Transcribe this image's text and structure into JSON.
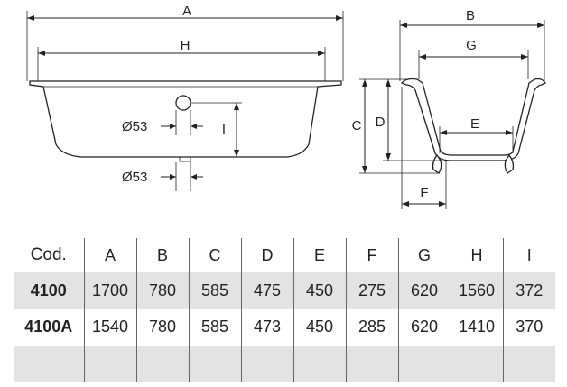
{
  "diagram": {
    "labels": {
      "a": "A",
      "h": "H",
      "b": "B",
      "g": "G",
      "c": "C",
      "d": "D",
      "e": "E",
      "f": "F",
      "i": "I",
      "hole_top": "Ø53",
      "hole_bottom": "Ø53"
    }
  },
  "table": {
    "headers": [
      "Cod.",
      "A",
      "B",
      "C",
      "D",
      "E",
      "F",
      "G",
      "H",
      "I"
    ],
    "rows": [
      [
        "4100",
        "1700",
        "780",
        "585",
        "475",
        "450",
        "275",
        "620",
        "1560",
        "372"
      ],
      [
        "4100A",
        "1540",
        "780",
        "585",
        "473",
        "450",
        "285",
        "620",
        "1410",
        "370"
      ],
      [
        "",
        "",
        "",
        "",
        "",
        "",
        "",
        "",
        "",
        ""
      ]
    ],
    "colors": {
      "shaded_row": "#e3e3e3",
      "text": "#222222"
    }
  }
}
